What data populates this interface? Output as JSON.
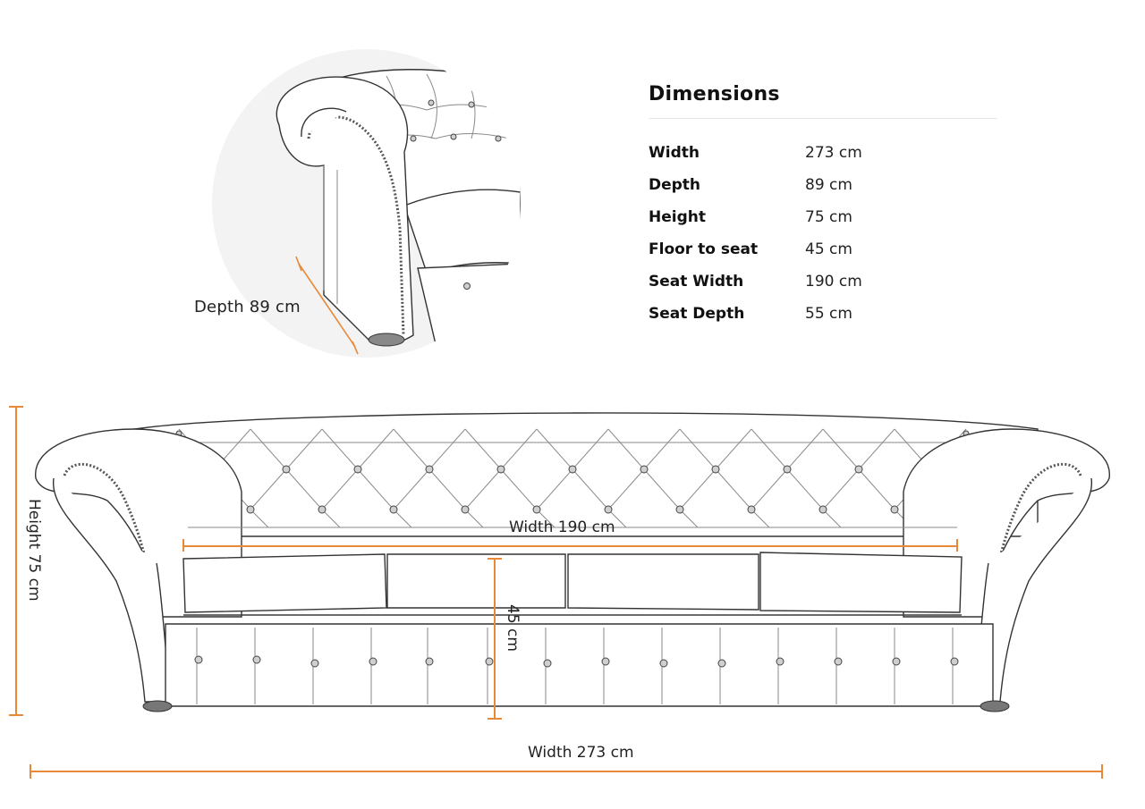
{
  "colors": {
    "accent_measure": "#e8893a",
    "text": "#111111",
    "circle_bg": "#f3f3f3",
    "divider": "#e4e4e4"
  },
  "detail_view": {
    "depth_label": "Depth 89 cm"
  },
  "dimensions": {
    "title": "Dimensions",
    "rows": [
      {
        "label": "Width",
        "value": "273 cm"
      },
      {
        "label": "Depth",
        "value": "89 cm"
      },
      {
        "label": "Height",
        "value": "75 cm"
      },
      {
        "label": "Floor to seat",
        "value": "45 cm"
      },
      {
        "label": "Seat Width",
        "value": "190 cm"
      },
      {
        "label": "Seat Depth",
        "value": "55 cm"
      }
    ]
  },
  "front_view": {
    "height_label": "Height 75 cm",
    "seat_width_label": "Width 190 cm",
    "floor_to_seat_label": "45 cm",
    "total_width_label": "Width 273 cm"
  }
}
